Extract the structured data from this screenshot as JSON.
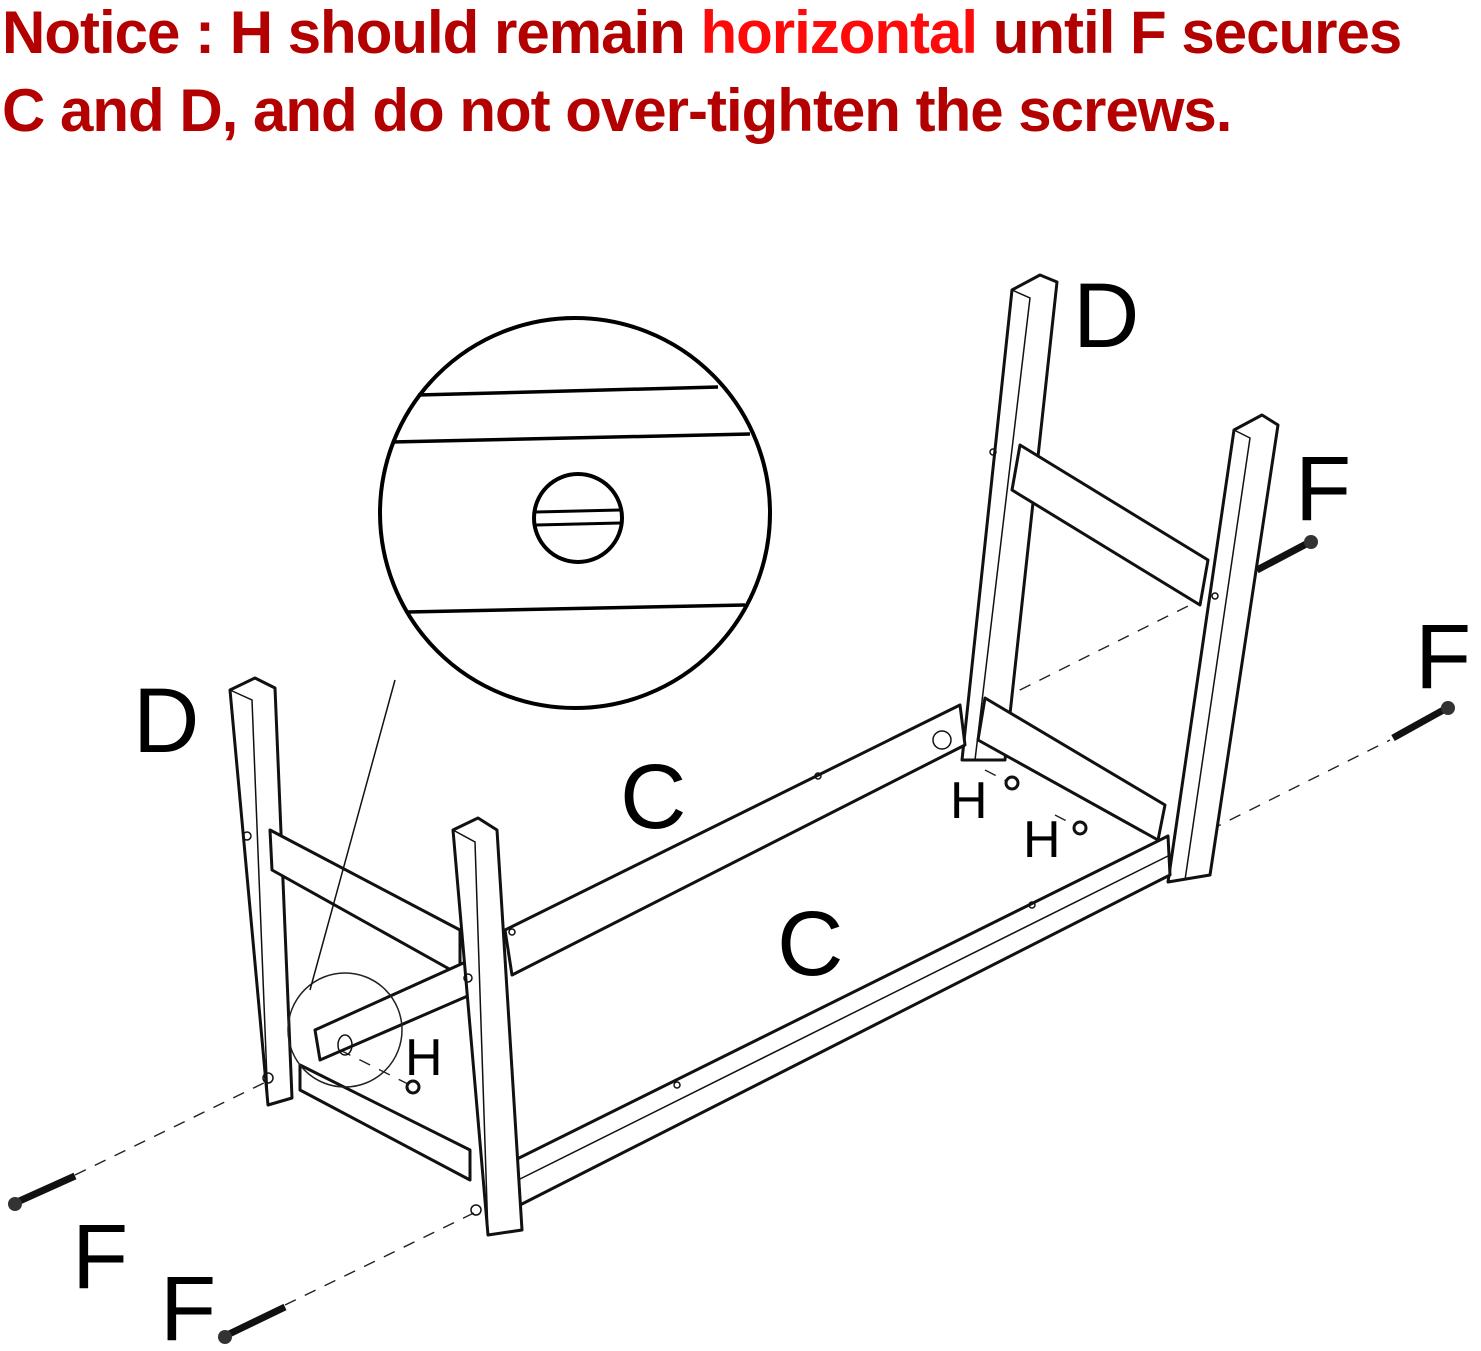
{
  "notice": {
    "line1_prefix": "Notice : H should remain ",
    "line1_highlight": "horizontal",
    "line1_suffix": " until F secures",
    "line2": "C and D, and do not over-tighten the screws."
  },
  "colors": {
    "notice": "#b30000",
    "highlight": "#ff0a0a"
  },
  "labels": {
    "leg_left": "D",
    "leg_right": "D",
    "rail_back": "C",
    "rail_front": "C",
    "connector_left": "H",
    "connector_right_1": "H",
    "connector_right_2": "H",
    "screw_top_right": "F",
    "screw_right": "F",
    "screw_bottom_left_1": "F",
    "screw_bottom_left_2": "F"
  }
}
